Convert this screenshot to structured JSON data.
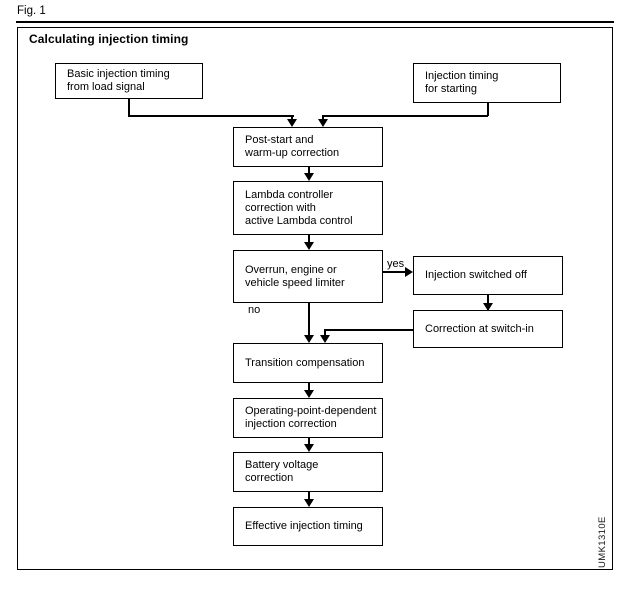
{
  "figure": {
    "label": "Fig. 1",
    "title": "Calculating injection timing",
    "watermark": "UMK1310E"
  },
  "nodes": {
    "basic_injection": {
      "lines": [
        "Basic injection timing",
        "from load signal"
      ]
    },
    "injection_starting": {
      "lines": [
        "Injection timing",
        "for starting"
      ]
    },
    "post_start": {
      "lines": [
        "Post-start and",
        "warm-up correction"
      ]
    },
    "lambda": {
      "lines": [
        "Lambda controller",
        "correction with",
        "active Lambda control"
      ]
    },
    "overrun": {
      "lines": [
        "Overrun, engine or",
        "vehicle speed limiter"
      ]
    },
    "injection_off": {
      "lines": [
        "Injection switched off"
      ]
    },
    "switch_in": {
      "lines": [
        "Correction at switch-in"
      ]
    },
    "transition": {
      "lines": [
        "Transition compensation"
      ]
    },
    "operating_point": {
      "lines": [
        "Operating-point-dependent",
        "injection correction"
      ]
    },
    "battery": {
      "lines": [
        "Battery voltage",
        "correction"
      ]
    },
    "effective": {
      "lines": [
        "Effective injection timing"
      ]
    }
  },
  "edge_labels": {
    "yes": "yes",
    "no": "no"
  },
  "colors": {
    "line": "#000000",
    "background": "#ffffff",
    "text": "#000000"
  }
}
